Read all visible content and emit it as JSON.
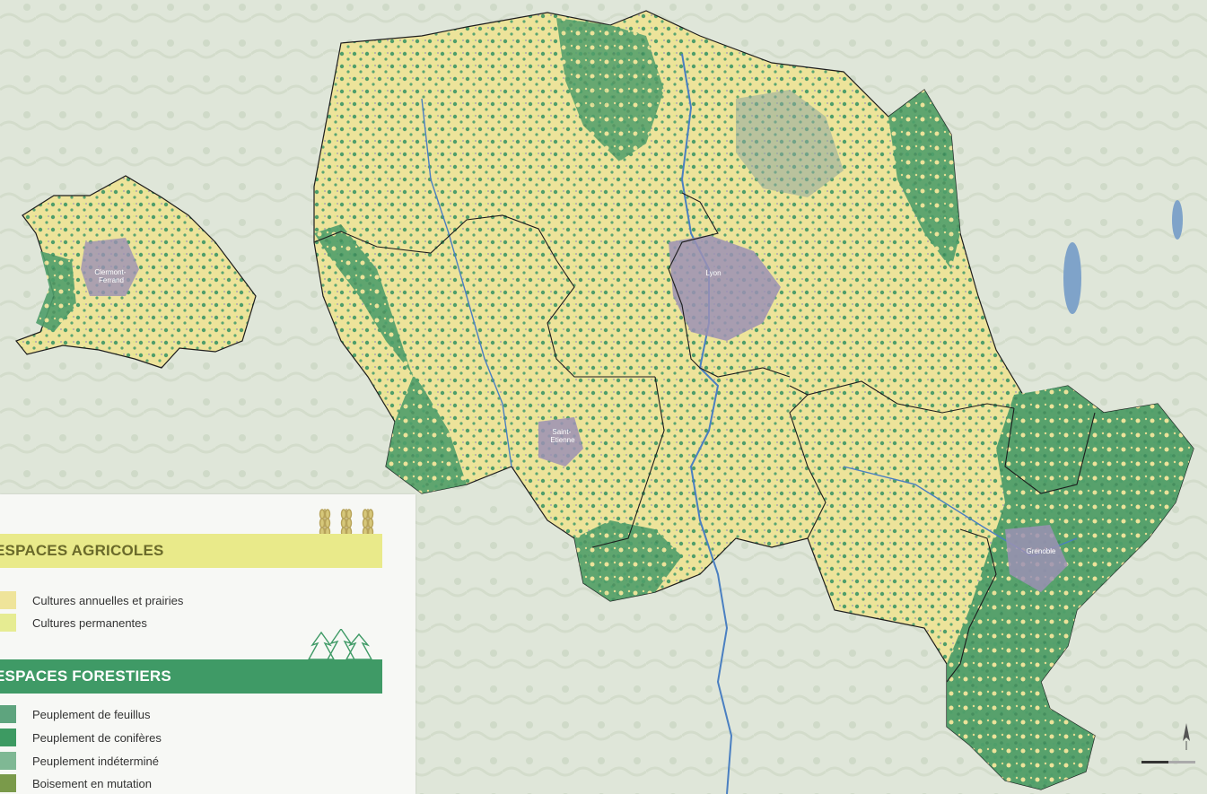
{
  "map": {
    "cities": [
      {
        "id": "clermont",
        "lines": [
          "Clermont-",
          "Ferrand"
        ]
      },
      {
        "id": "lyon",
        "lines": [
          "Lyon"
        ]
      },
      {
        "id": "saint-etienne",
        "lines": [
          "Saint-",
          "Etienne"
        ]
      },
      {
        "id": "grenoble",
        "lines": [
          "Grenoble"
        ]
      }
    ],
    "colors": {
      "background": "#dfe6d9",
      "agri_annual": "#efe49a",
      "agri_permanent": "#e3e98a",
      "forest": "#4f9e6a",
      "urban": "#9b90b4",
      "water": "#4a7fc1",
      "border": "#1d1d1d"
    }
  },
  "legend": {
    "agricultural": {
      "title": "ESPACES AGRICOLES",
      "icon": "wheat-icon",
      "items": [
        {
          "label": "Cultures annuelles et prairies",
          "color": "#efe49a"
        },
        {
          "label": "Cultures permanentes",
          "color": "#e6ec92"
        }
      ]
    },
    "forest": {
      "title": "ESPACES FORESTIERS",
      "icon": "trees-icon",
      "items": [
        {
          "label": "Peuplement de feuillus",
          "color": "#5ea47e"
        },
        {
          "label": "Peuplement de conifères",
          "color": "#3d9a62"
        },
        {
          "label": "Peuplement indéterminé",
          "color": "#7fb894"
        },
        {
          "label": "Boisement en mutation",
          "color": "#7a9a4a"
        }
      ]
    }
  }
}
